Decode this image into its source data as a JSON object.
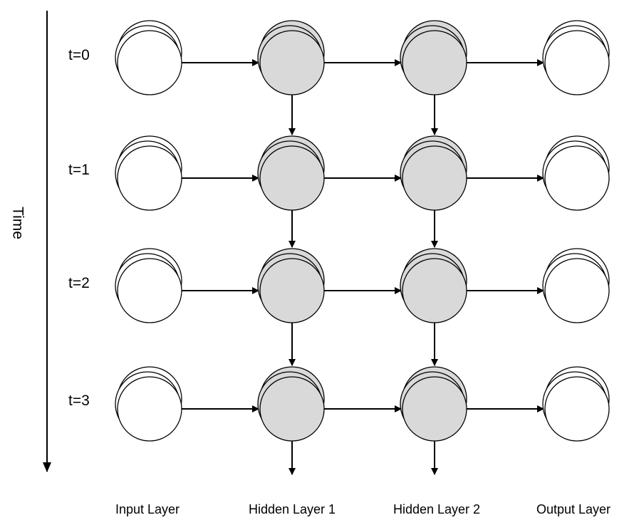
{
  "diagram": {
    "time_axis_label": "Time",
    "time_steps": [
      "t=0",
      "t=1",
      "t=2",
      "t=3"
    ],
    "layers": [
      {
        "label": "Input Layer",
        "kind": "input"
      },
      {
        "label": "Hidden Layer 1",
        "kind": "hidden"
      },
      {
        "label": "Hidden Layer 2",
        "kind": "hidden"
      },
      {
        "label": "Output Layer",
        "kind": "output"
      }
    ],
    "colors": {
      "stroke": "#000000",
      "plain_node_fill": "#ffffff",
      "hidden_node_fill": "#d9d9d9",
      "background": "#ffffff"
    }
  }
}
